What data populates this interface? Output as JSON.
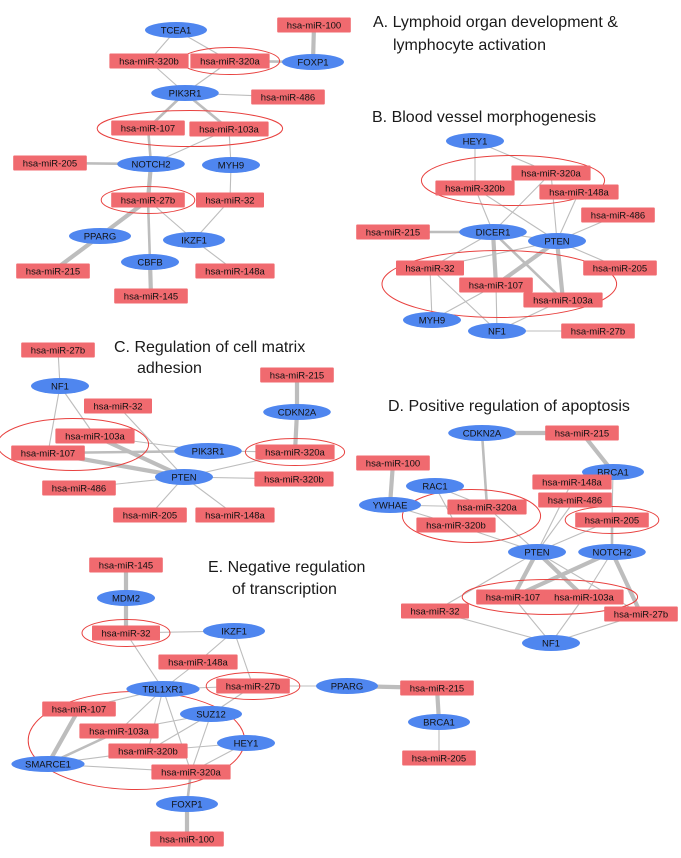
{
  "colors": {
    "mirna": "#f06a6f",
    "gene": "#4f86ef",
    "edge": "#bdbdbd",
    "halo": "#e8413f"
  },
  "panels": [
    {
      "id": "A",
      "title_lines": [
        "A.  Lymphoid organ development &",
        "lymphocyte activation"
      ],
      "nodes": [
        {
          "id": "TCEA1",
          "type": "gene"
        },
        {
          "id": "hsa-miR-100",
          "type": "mirna"
        },
        {
          "id": "hsa-miR-320b",
          "type": "mirna"
        },
        {
          "id": "hsa-miR-320a",
          "type": "mirna"
        },
        {
          "id": "FOXP1",
          "type": "gene"
        },
        {
          "id": "PIK3R1",
          "type": "gene"
        },
        {
          "id": "hsa-miR-486",
          "type": "mirna"
        },
        {
          "id": "hsa-miR-107",
          "type": "mirna"
        },
        {
          "id": "hsa-miR-103a",
          "type": "mirna"
        },
        {
          "id": "hsa-miR-205",
          "type": "mirna"
        },
        {
          "id": "NOTCH2",
          "type": "gene"
        },
        {
          "id": "MYH9",
          "type": "gene"
        },
        {
          "id": "hsa-miR-27b",
          "type": "mirna"
        },
        {
          "id": "hsa-miR-32",
          "type": "mirna"
        },
        {
          "id": "PPARG",
          "type": "gene"
        },
        {
          "id": "IKZF1",
          "type": "gene"
        },
        {
          "id": "CBFB",
          "type": "gene"
        },
        {
          "id": "hsa-miR-215",
          "type": "mirna"
        },
        {
          "id": "hsa-miR-148a",
          "type": "mirna"
        },
        {
          "id": "hsa-miR-145",
          "type": "mirna"
        }
      ],
      "edges": [
        [
          "TCEA1",
          "hsa-miR-320b",
          1
        ],
        [
          "TCEA1",
          "hsa-miR-320a",
          1
        ],
        [
          "hsa-miR-100",
          "FOXP1",
          3
        ],
        [
          "hsa-miR-320a",
          "FOXP1",
          2
        ],
        [
          "hsa-miR-320b",
          "PIK3R1",
          1
        ],
        [
          "hsa-miR-320a",
          "PIK3R1",
          1
        ],
        [
          "PIK3R1",
          "hsa-miR-486",
          1
        ],
        [
          "PIK3R1",
          "hsa-miR-107",
          2
        ],
        [
          "PIK3R1",
          "hsa-miR-103a",
          2
        ],
        [
          "hsa-miR-107",
          "NOTCH2",
          2
        ],
        [
          "hsa-miR-103a",
          "NOTCH2",
          1
        ],
        [
          "hsa-miR-103a",
          "MYH9",
          1
        ],
        [
          "hsa-miR-205",
          "NOTCH2",
          2
        ],
        [
          "NOTCH2",
          "hsa-miR-27b",
          3
        ],
        [
          "MYH9",
          "hsa-miR-32",
          1
        ],
        [
          "hsa-miR-27b",
          "PPARG",
          3
        ],
        [
          "hsa-miR-27b",
          "IKZF1",
          1
        ],
        [
          "hsa-miR-27b",
          "CBFB",
          2
        ],
        [
          "hsa-miR-32",
          "IKZF1",
          1
        ],
        [
          "PPARG",
          "hsa-miR-215",
          3
        ],
        [
          "IKZF1",
          "hsa-miR-148a",
          1
        ],
        [
          "CBFB",
          "hsa-miR-145",
          3
        ]
      ],
      "halos": [
        [
          "hsa-miR-320a"
        ],
        [
          "hsa-miR-107",
          "hsa-miR-103a"
        ],
        [
          "hsa-miR-27b"
        ]
      ]
    },
    {
      "id": "B",
      "title_lines": [
        "B.  Blood vessel morphogenesis"
      ],
      "nodes": [
        {
          "id": "HEY1",
          "type": "gene"
        },
        {
          "id": "hsa-miR-320a",
          "type": "mirna"
        },
        {
          "id": "hsa-miR-320b",
          "type": "mirna"
        },
        {
          "id": "hsa-miR-148a",
          "type": "mirna"
        },
        {
          "id": "hsa-miR-486",
          "type": "mirna"
        },
        {
          "id": "hsa-miR-215",
          "type": "mirna"
        },
        {
          "id": "DICER1",
          "type": "gene"
        },
        {
          "id": "PTEN",
          "type": "gene"
        },
        {
          "id": "hsa-miR-32",
          "type": "mirna"
        },
        {
          "id": "hsa-miR-205",
          "type": "mirna"
        },
        {
          "id": "hsa-miR-107",
          "type": "mirna"
        },
        {
          "id": "hsa-miR-103a",
          "type": "mirna"
        },
        {
          "id": "MYH9",
          "type": "gene"
        },
        {
          "id": "NF1",
          "type": "gene"
        },
        {
          "id": "hsa-miR-27b",
          "type": "mirna"
        }
      ],
      "edges": [
        [
          "HEY1",
          "hsa-miR-320a",
          1
        ],
        [
          "HEY1",
          "hsa-miR-320b",
          1
        ],
        [
          "hsa-miR-320a",
          "DICER1",
          1
        ],
        [
          "hsa-miR-320a",
          "PTEN",
          1
        ],
        [
          "hsa-miR-320b",
          "DICER1",
          1
        ],
        [
          "hsa-miR-320b",
          "PTEN",
          1
        ],
        [
          "hsa-miR-148a",
          "PTEN",
          1
        ],
        [
          "hsa-miR-486",
          "PTEN",
          1
        ],
        [
          "hsa-miR-215",
          "DICER1",
          2
        ],
        [
          "DICER1",
          "PTEN",
          1
        ],
        [
          "DICER1",
          "hsa-miR-32",
          1
        ],
        [
          "DICER1",
          "hsa-miR-107",
          3
        ],
        [
          "DICER1",
          "hsa-miR-103a",
          2
        ],
        [
          "PTEN",
          "hsa-miR-32",
          1
        ],
        [
          "PTEN",
          "hsa-miR-107",
          3
        ],
        [
          "PTEN",
          "hsa-miR-103a",
          3
        ],
        [
          "PTEN",
          "hsa-miR-205",
          1
        ],
        [
          "hsa-miR-32",
          "MYH9",
          1
        ],
        [
          "hsa-miR-32",
          "NF1",
          1
        ],
        [
          "hsa-miR-107",
          "MYH9",
          1
        ],
        [
          "hsa-miR-107",
          "NF1",
          1
        ],
        [
          "hsa-miR-103a",
          "NF1",
          1
        ],
        [
          "NF1",
          "hsa-miR-27b",
          1
        ]
      ],
      "halos": [
        [
          "hsa-miR-320a",
          "hsa-miR-320b"
        ],
        [
          "hsa-miR-32",
          "hsa-miR-107",
          "hsa-miR-103a"
        ]
      ]
    },
    {
      "id": "C",
      "title_lines": [
        "C.  Regulation of cell matrix",
        "adhesion"
      ],
      "nodes": [
        {
          "id": "hsa-miR-27b",
          "type": "mirna"
        },
        {
          "id": "hsa-miR-215",
          "type": "mirna"
        },
        {
          "id": "NF1",
          "type": "gene"
        },
        {
          "id": "CDKN2A",
          "type": "gene"
        },
        {
          "id": "hsa-miR-32",
          "type": "mirna"
        },
        {
          "id": "hsa-miR-103a",
          "type": "mirna"
        },
        {
          "id": "PIK3R1",
          "type": "gene"
        },
        {
          "id": "hsa-miR-320a",
          "type": "mirna"
        },
        {
          "id": "hsa-miR-107",
          "type": "mirna"
        },
        {
          "id": "PTEN",
          "type": "gene"
        },
        {
          "id": "hsa-miR-320b",
          "type": "mirna"
        },
        {
          "id": "hsa-miR-486",
          "type": "mirna"
        },
        {
          "id": "hsa-miR-205",
          "type": "mirna"
        },
        {
          "id": "hsa-miR-148a",
          "type": "mirna"
        }
      ],
      "edges": [
        [
          "hsa-miR-27b",
          "NF1",
          1
        ],
        [
          "hsa-miR-215",
          "CDKN2A",
          3
        ],
        [
          "CDKN2A",
          "hsa-miR-320a",
          3
        ],
        [
          "NF1",
          "hsa-miR-103a",
          1
        ],
        [
          "NF1",
          "hsa-miR-107",
          1
        ],
        [
          "hsa-miR-32",
          "PTEN",
          1
        ],
        [
          "hsa-miR-103a",
          "PIK3R1",
          1
        ],
        [
          "hsa-miR-103a",
          "PTEN",
          3
        ],
        [
          "hsa-miR-107",
          "PIK3R1",
          2
        ],
        [
          "hsa-miR-107",
          "PTEN",
          3
        ],
        [
          "PIK3R1",
          "hsa-miR-320a",
          1
        ],
        [
          "PTEN",
          "hsa-miR-320a",
          1
        ],
        [
          "PTEN",
          "hsa-miR-320b",
          1
        ],
        [
          "PTEN",
          "hsa-miR-486",
          1
        ],
        [
          "PTEN",
          "hsa-miR-205",
          1
        ],
        [
          "PTEN",
          "hsa-miR-148a",
          1
        ]
      ],
      "halos": [
        [
          "hsa-miR-103a",
          "hsa-miR-107"
        ],
        [
          "hsa-miR-320a"
        ]
      ]
    },
    {
      "id": "D",
      "title_lines": [
        "D.  Positive regulation of apoptosis"
      ],
      "nodes": [
        {
          "id": "CDKN2A",
          "type": "gene"
        },
        {
          "id": "hsa-miR-215",
          "type": "mirna"
        },
        {
          "id": "BRCA1",
          "type": "gene"
        },
        {
          "id": "hsa-miR-100",
          "type": "mirna"
        },
        {
          "id": "RAC1",
          "type": "gene"
        },
        {
          "id": "hsa-miR-148a",
          "type": "mirna"
        },
        {
          "id": "YWHAE",
          "type": "gene"
        },
        {
          "id": "hsa-miR-320a",
          "type": "mirna"
        },
        {
          "id": "hsa-miR-486",
          "type": "mirna"
        },
        {
          "id": "hsa-miR-320b",
          "type": "mirna"
        },
        {
          "id": "hsa-miR-205",
          "type": "mirna"
        },
        {
          "id": "PTEN",
          "type": "gene"
        },
        {
          "id": "NOTCH2",
          "type": "gene"
        },
        {
          "id": "hsa-miR-107",
          "type": "mirna"
        },
        {
          "id": "hsa-miR-103a",
          "type": "mirna"
        },
        {
          "id": "hsa-miR-32",
          "type": "mirna"
        },
        {
          "id": "hsa-miR-27b",
          "type": "mirna"
        },
        {
          "id": "NF1",
          "type": "gene"
        }
      ],
      "edges": [
        [
          "CDKN2A",
          "hsa-miR-215",
          3
        ],
        [
          "hsa-miR-215",
          "BRCA1",
          3
        ],
        [
          "CDKN2A",
          "hsa-miR-320a",
          2
        ],
        [
          "hsa-miR-100",
          "YWHAE",
          3
        ],
        [
          "RAC1",
          "hsa-miR-320a",
          1
        ],
        [
          "RAC1",
          "hsa-miR-320b",
          1
        ],
        [
          "YWHAE",
          "hsa-miR-320a",
          1
        ],
        [
          "YWHAE",
          "hsa-miR-320b",
          1
        ],
        [
          "BRCA1",
          "hsa-miR-205",
          1
        ],
        [
          "hsa-miR-205",
          "NOTCH2",
          2
        ],
        [
          "hsa-miR-148a",
          "PTEN",
          1
        ],
        [
          "hsa-miR-486",
          "PTEN",
          1
        ],
        [
          "hsa-miR-320a",
          "PTEN",
          1
        ],
        [
          "hsa-miR-320b",
          "PTEN",
          1
        ],
        [
          "PTEN",
          "hsa-miR-205",
          1
        ],
        [
          "PTEN",
          "hsa-miR-32",
          1
        ],
        [
          "PTEN",
          "hsa-miR-107",
          3
        ],
        [
          "PTEN",
          "hsa-miR-103a",
          3
        ],
        [
          "PTEN",
          "hsa-miR-27b",
          1
        ],
        [
          "NOTCH2",
          "hsa-miR-107",
          3
        ],
        [
          "NOTCH2",
          "hsa-miR-103a",
          1
        ],
        [
          "NOTCH2",
          "hsa-miR-27b",
          3
        ],
        [
          "hsa-miR-32",
          "NF1",
          1
        ],
        [
          "hsa-miR-107",
          "NF1",
          1
        ],
        [
          "hsa-miR-103a",
          "NF1",
          1
        ],
        [
          "hsa-miR-27b",
          "NF1",
          1
        ]
      ],
      "halos": [
        [
          "hsa-miR-320a",
          "hsa-miR-320b"
        ],
        [
          "hsa-miR-205"
        ],
        [
          "hsa-miR-107",
          "hsa-miR-103a"
        ]
      ]
    },
    {
      "id": "E",
      "title_lines": [
        "E.  Negative regulation",
        "of transcription"
      ],
      "nodes": [
        {
          "id": "hsa-miR-145",
          "type": "mirna"
        },
        {
          "id": "MDM2",
          "type": "gene"
        },
        {
          "id": "hsa-miR-32",
          "type": "mirna"
        },
        {
          "id": "IKZF1",
          "type": "gene"
        },
        {
          "id": "hsa-miR-148a",
          "type": "mirna"
        },
        {
          "id": "TBL1XR1",
          "type": "gene"
        },
        {
          "id": "hsa-miR-27b",
          "type": "mirna"
        },
        {
          "id": "PPARG",
          "type": "gene"
        },
        {
          "id": "hsa-miR-215",
          "type": "mirna"
        },
        {
          "id": "hsa-miR-107",
          "type": "mirna"
        },
        {
          "id": "SUZ12",
          "type": "gene"
        },
        {
          "id": "hsa-miR-103a",
          "type": "mirna"
        },
        {
          "id": "BRCA1",
          "type": "gene"
        },
        {
          "id": "HEY1",
          "type": "gene"
        },
        {
          "id": "hsa-miR-320b",
          "type": "mirna"
        },
        {
          "id": "SMARCE1",
          "type": "gene"
        },
        {
          "id": "hsa-miR-320a",
          "type": "mirna"
        },
        {
          "id": "hsa-miR-205",
          "type": "mirna"
        },
        {
          "id": "FOXP1",
          "type": "gene"
        },
        {
          "id": "hsa-miR-100",
          "type": "mirna"
        }
      ],
      "edges": [
        [
          "hsa-miR-145",
          "MDM2",
          3
        ],
        [
          "MDM2",
          "hsa-miR-32",
          3
        ],
        [
          "hsa-miR-32",
          "IKZF1",
          1
        ],
        [
          "hsa-miR-32",
          "TBL1XR1",
          1
        ],
        [
          "IKZF1",
          "hsa-miR-148a",
          1
        ],
        [
          "IKZF1",
          "hsa-miR-27b",
          1
        ],
        [
          "hsa-miR-148a",
          "TBL1XR1",
          1
        ],
        [
          "TBL1XR1",
          "hsa-miR-27b",
          1
        ],
        [
          "hsa-miR-27b",
          "SUZ12",
          1
        ],
        [
          "hsa-miR-27b",
          "PPARG",
          1
        ],
        [
          "PPARG",
          "hsa-miR-215",
          3
        ],
        [
          "hsa-miR-215",
          "BRCA1",
          3
        ],
        [
          "BRCA1",
          "hsa-miR-205",
          1
        ],
        [
          "TBL1XR1",
          "hsa-miR-107",
          1
        ],
        [
          "TBL1XR1",
          "hsa-miR-103a",
          1
        ],
        [
          "TBL1XR1",
          "hsa-miR-320b",
          1
        ],
        [
          "TBL1XR1",
          "hsa-miR-320a",
          1
        ],
        [
          "SUZ12",
          "hsa-miR-103a",
          1
        ],
        [
          "SUZ12",
          "hsa-miR-320b",
          1
        ],
        [
          "SUZ12",
          "hsa-miR-320a",
          1
        ],
        [
          "hsa-miR-107",
          "SMARCE1",
          3
        ],
        [
          "hsa-miR-103a",
          "SMARCE1",
          2
        ],
        [
          "hsa-miR-320b",
          "SMARCE1",
          1
        ],
        [
          "hsa-miR-320a",
          "SMARCE1",
          1
        ],
        [
          "HEY1",
          "hsa-miR-320a",
          1
        ],
        [
          "HEY1",
          "hsa-miR-320b",
          1
        ],
        [
          "hsa-miR-320a",
          "FOXP1",
          2
        ],
        [
          "FOXP1",
          "hsa-miR-100",
          3
        ]
      ],
      "halos": [
        [
          "hsa-miR-32"
        ],
        [
          "hsa-miR-27b"
        ],
        [
          "hsa-miR-107",
          "hsa-miR-103a",
          "hsa-miR-320b",
          "hsa-miR-320a"
        ]
      ]
    }
  ]
}
